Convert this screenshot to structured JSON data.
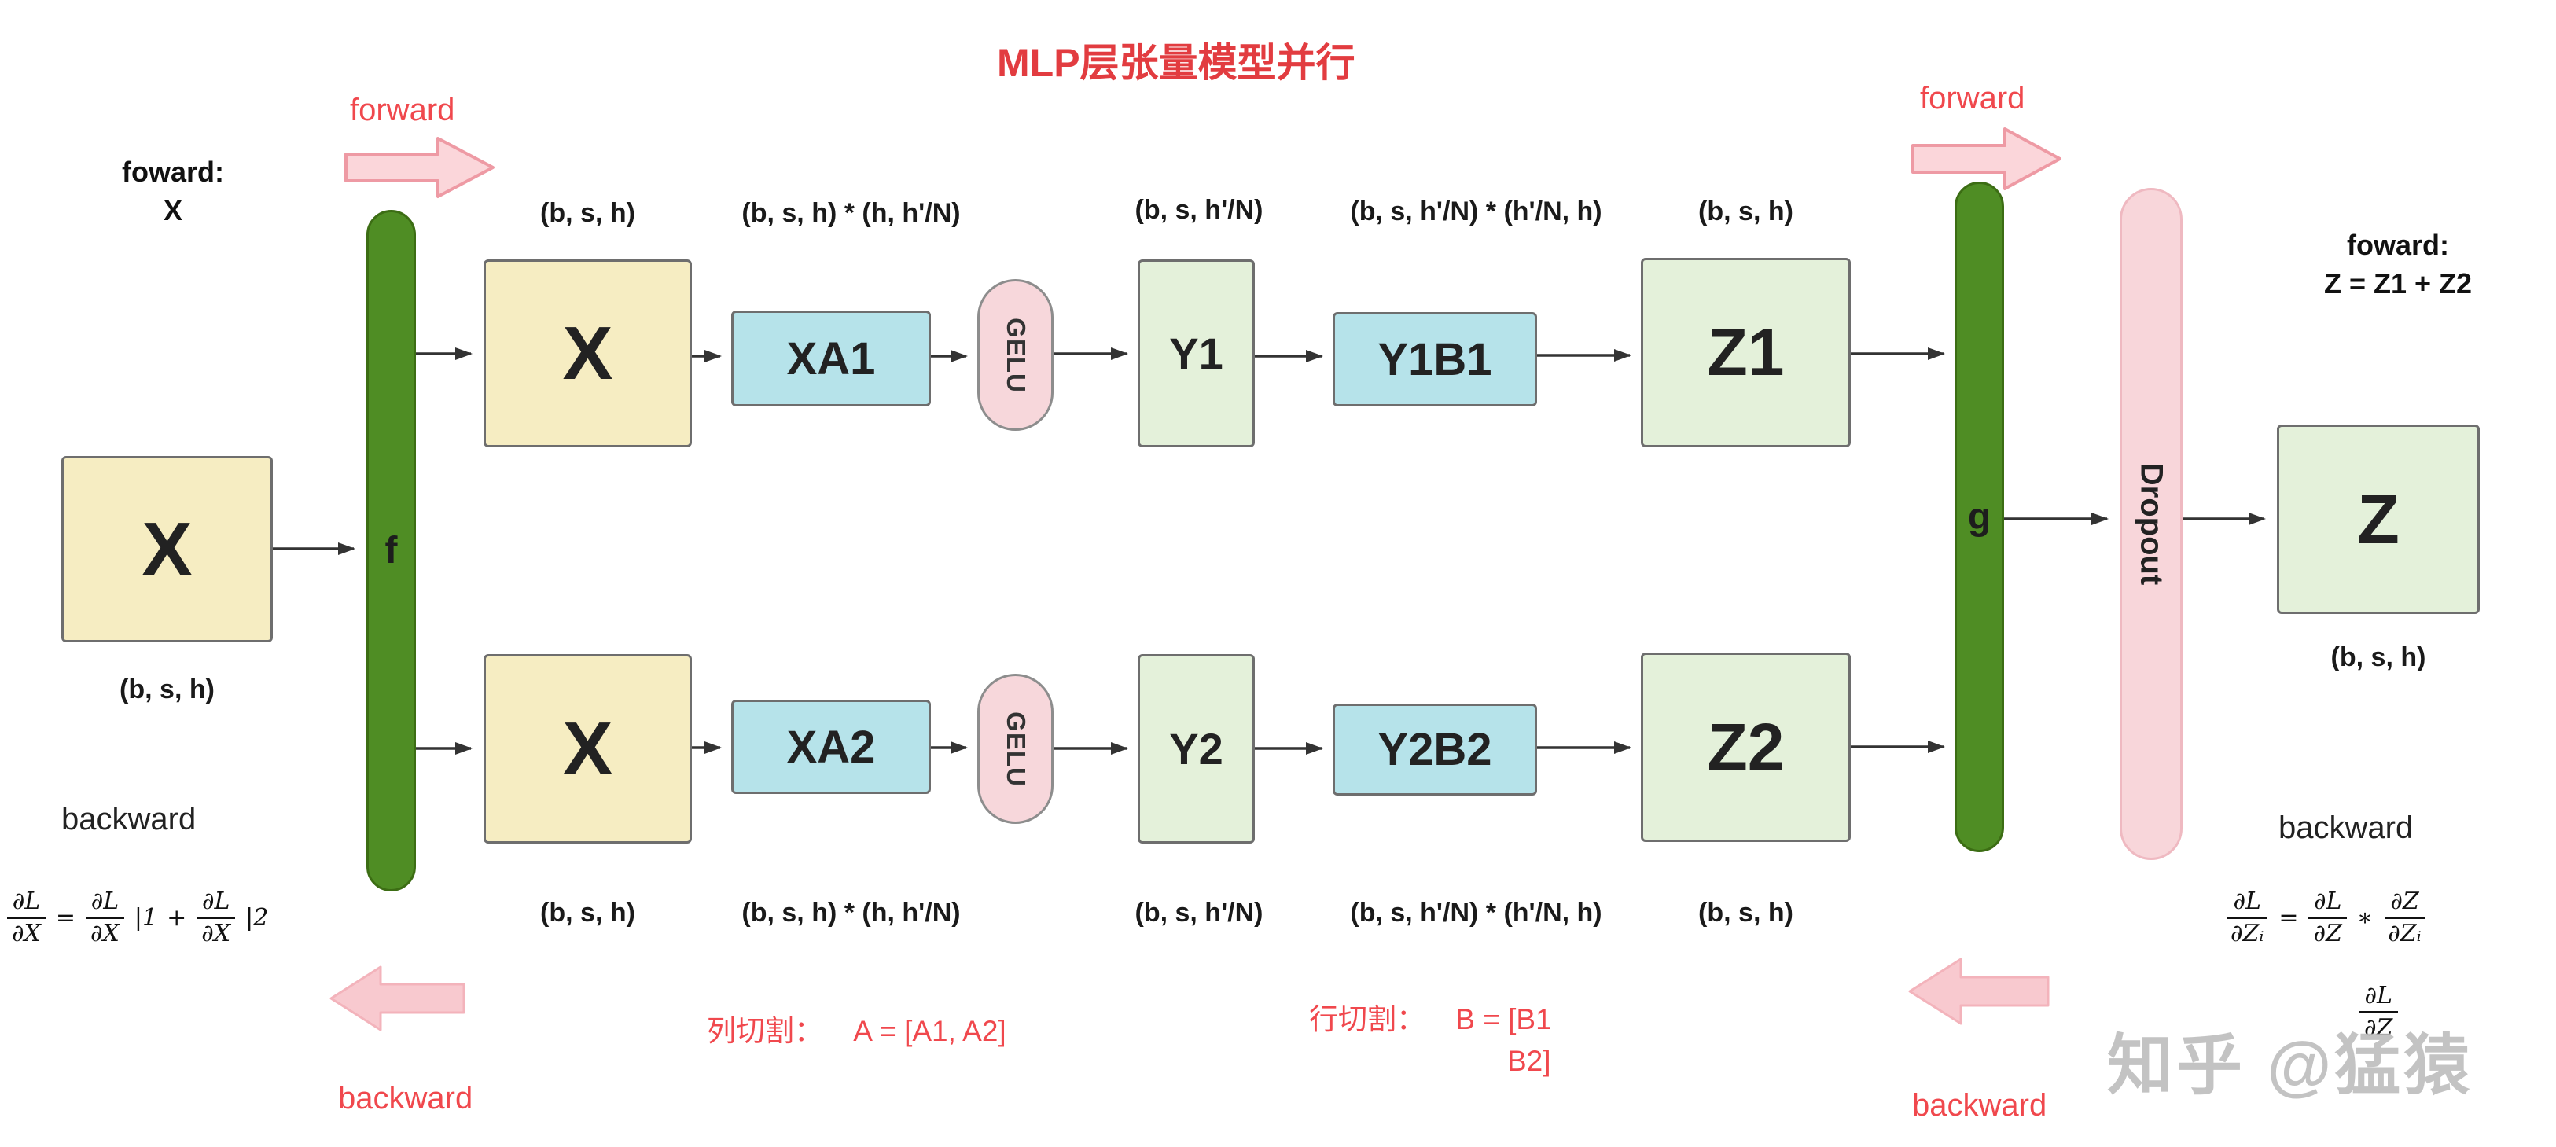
{
  "title": "MLP层张量模型并行",
  "colors": {
    "accent_red": "#f0484d",
    "title_red": "#e23c40",
    "bar_green": "#4f8d24",
    "box_yellow": "#f6edc2",
    "box_cyan": "#b6e3ea",
    "box_green": "#e4f1da",
    "capsule_pink": "#f7d7db"
  },
  "left": {
    "forward_label": "foward:",
    "forward_value": "X",
    "x_box": "X",
    "shape": "(b, s, h)",
    "backward_label": "backward",
    "f_bar": "f",
    "forward_arrow_label": "forward",
    "backward_arrow_label": "backward"
  },
  "rows": {
    "top": {
      "x_label": "X",
      "xa_label": "XA1",
      "gelu_label": "GELU",
      "y_label": "Y1",
      "yb_label": "Y1B1",
      "z_label": "Z1",
      "shape_x": "(b, s, h)",
      "shape_xa": "(b, s, h) * (h, h'/N)",
      "shape_y": "(b, s,  h'/N)",
      "shape_yb": "(b, s, h'/N) * (h'/N, h)",
      "shape_z": "(b, s, h)"
    },
    "bottom": {
      "x_label": "X",
      "xa_label": "XA2",
      "gelu_label": "GELU",
      "y_label": "Y2",
      "yb_label": "Y2B2",
      "z_label": "Z2",
      "shape_x": "(b, s, h)",
      "shape_xa": "(b, s, h) * (h, h'/N)",
      "shape_y": "(b, s,  h'/N)",
      "shape_yb": "(b, s, h'/N) * (h'/N, h)",
      "shape_z": "(b, s, h)"
    }
  },
  "right": {
    "g_bar": "g",
    "dropout": "Dropout",
    "z_box": "Z",
    "forward_label": "foward:",
    "forward_value": "Z = Z1 + Z2",
    "shape": "(b, s, h)",
    "backward_label": "backward",
    "forward_arrow_label": "forward",
    "backward_arrow_label": "backward"
  },
  "bottom_notes": {
    "col_label": "列切割：",
    "col_value": "A = [A1, A2]",
    "row_label": "行切割：",
    "row_value": "B = [B1",
    "row_value2": "B2]"
  },
  "formulas": {
    "left": {
      "lhs_num": "∂L",
      "lhs_den": "∂X",
      "eq": "=",
      "t1_num": "∂L",
      "t1_den": "∂X",
      "t1_bar": "|1",
      "plus": "+",
      "t2_num": "∂L",
      "t2_den": "∂X",
      "t2_bar": "|2"
    },
    "right": {
      "lhs_num": "∂L",
      "lhs_den": "∂Zᵢ",
      "eq": "=",
      "t1_num": "∂L",
      "t1_den": "∂Z",
      "star": "∗",
      "t2_num": "∂Z",
      "t2_den": "∂Zᵢ",
      "line2_num": "∂L",
      "line2_den": "∂Z"
    }
  },
  "watermark": "知乎 @猛猿"
}
